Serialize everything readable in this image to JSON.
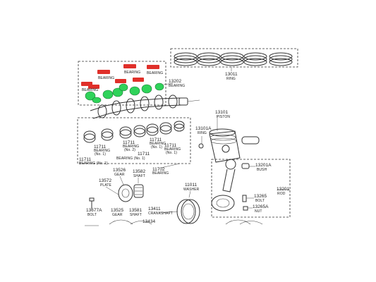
{
  "colors": {
    "ink": "#333333",
    "highlight_red": "#e0302a",
    "highlight_green": "#2fd35a"
  },
  "labels": {
    "piston_ring_set": {
      "num": "13011",
      "name": "RING"
    },
    "main_bearing_upper": {
      "num": "13202",
      "name": "BEARING"
    },
    "highlight_bearing_a": {
      "name": "BEARING"
    },
    "highlight_bearing_b": {
      "name": "BEARING"
    },
    "highlight_bearing_c": {
      "name": "BEARING"
    },
    "highlight_bearing_d": {
      "name": "BEARING"
    },
    "piston": {
      "num": "13101",
      "name": "PISTON"
    },
    "ring_13101a": {
      "num": "13101A",
      "name": "RING"
    },
    "bearing_11711_a": {
      "num": "11711",
      "name": "BEARING",
      "note": "(No. 1)"
    },
    "bearing_11711_b": {
      "num": "11711",
      "name": "BEARING",
      "note": "(No. 2)"
    },
    "bearing_11711_c": {
      "num": "11711",
      "name": "BEARING",
      "note": "(No. 1)"
    },
    "bearing_11711_d": {
      "num": "11711",
      "name": "BEARING",
      "note": "(No. 1)"
    },
    "bearing_11711_e": {
      "num": "11711",
      "name": "BEARING (No. 1)"
    },
    "bearing_11711_f": {
      "num": "11711",
      "name": "BEARING (No. 1)"
    },
    "bearing_11702": {
      "num": "11702",
      "name": "BEARING"
    },
    "bush": {
      "num": "13201A",
      "name": "BUSH"
    },
    "rod": {
      "num": "13201",
      "name": "ROD"
    },
    "rod_bolt": {
      "num": "13265",
      "name": "BOLT"
    },
    "rod_nut": {
      "num": "13265A",
      "name": "NUT"
    },
    "gear_13526": {
      "num": "13526",
      "name": "GEAR"
    },
    "shaft_13582": {
      "num": "13582",
      "name": "SHAFT"
    },
    "plate": {
      "num": "13572",
      "name": "PLATE"
    },
    "washer": {
      "num": "11011",
      "name": "WASHER"
    },
    "bolt_13677a": {
      "num": "13677A",
      "name": "BOLT"
    },
    "gear_13525": {
      "num": "13525",
      "name": "GEAR"
    },
    "shaft_13581": {
      "num": "13581",
      "name": "SHAFT"
    },
    "crankshaft": {
      "num": "13411",
      "name": "CRANKSHAFT"
    },
    "part_13434": {
      "num": "13434"
    }
  }
}
